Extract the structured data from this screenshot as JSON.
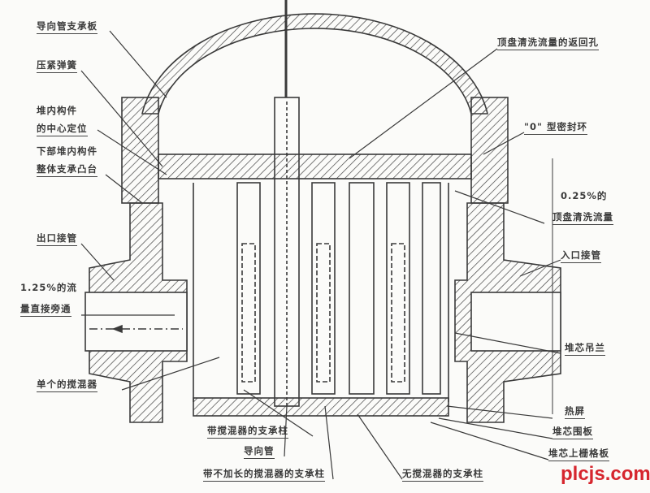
{
  "labels": {
    "guide_tube_support_plate": "导向管支承板",
    "hold_down_spring": "压紧弹簧",
    "internals_center_line1": "堆内构件",
    "internals_center_line2": "的中心定位",
    "lower_support_line1": "下部堆内构件",
    "lower_support_line2": "整体支承凸台",
    "outlet_nozzle": "出口接管",
    "bypass_line1": "1.25%的流",
    "bypass_line2": "量直接旁通",
    "single_mixer": "单个的搅混器",
    "column_with_mixer": "带搅混器的支承柱",
    "guide_tube": "导向管",
    "column_short_mixer": "带不加长的搅混器的支承柱",
    "column_no_mixer": "无搅混器的支承柱",
    "return_hole": "顶盘清洗流量的返回孔",
    "o_ring": "\"0\" 型密封环",
    "flush_line1": "0.25%的",
    "flush_line2": "顶盘清洗流量",
    "inlet_nozzle": "入口接管",
    "core_barrel": "堆芯吊兰",
    "thermal_shield": "热屏",
    "baffle": "堆芯围板",
    "upper_grid": "堆芯上栅格板"
  },
  "watermark": "plcjs.com",
  "colors": {
    "line": "#3a3a3a",
    "watermark": "#d6262e"
  }
}
